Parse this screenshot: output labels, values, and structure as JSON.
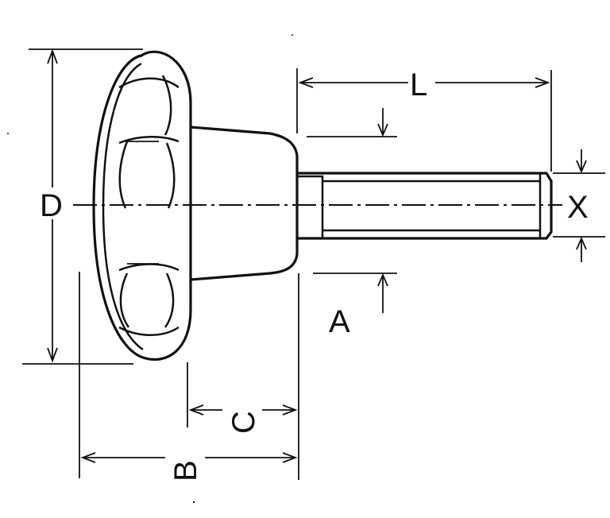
{
  "labels": {
    "D": "D",
    "L": "L",
    "X": "X",
    "A": "A",
    "B": "B",
    "C": "C"
  },
  "colors": {
    "ink": "#111111",
    "paper": "#ffffff"
  }
}
